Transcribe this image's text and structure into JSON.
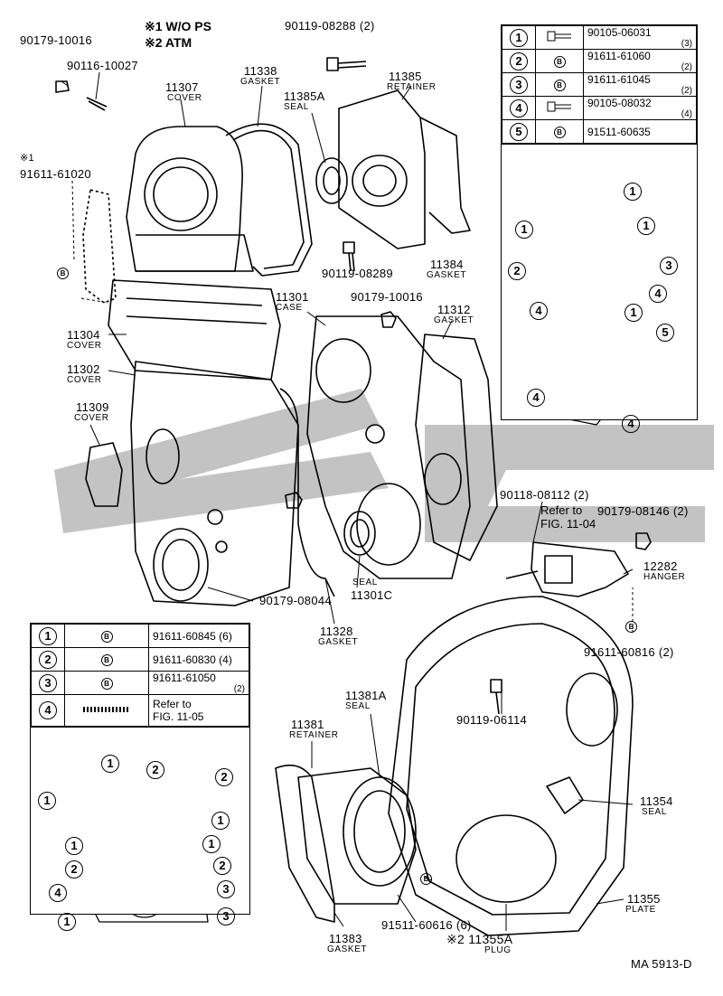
{
  "labels": {
    "p90179_10016_top": "90179-10016",
    "p90116_10027": "90116-10027",
    "note_ps": "※1 W/O PS",
    "note_atm": "※2 ATM",
    "p90119_08288": "90119-08288 (2)",
    "p11338": "11338",
    "n11338": "GASKET",
    "p11307": "11307",
    "n11307": "COVER",
    "p11385a": "11385A",
    "n11385a": "SEAL",
    "p11385": "11385",
    "n11385": "RETAINER",
    "mark1": "※1",
    "p91611_61020": "91611-61020",
    "p90119_08289": "90119-08289",
    "p11384": "11384",
    "n11384": "GASKET",
    "p11301": "11301",
    "n11301": "CASE",
    "p90179_10016_mid": "90179-10016",
    "p11312": "11312",
    "n11312": "GASKET",
    "p11304": "11304",
    "n11304": "COVER",
    "p11302": "11302",
    "n11302": "COVER",
    "p11309": "11309",
    "n11309": "COVER",
    "p90118_08112": "90118-08112 (2)",
    "refer_1104_a": "Refer to",
    "refer_1104_b": "FIG. 11-04",
    "p90179_08146": "90179-08146 (2)",
    "p12282": "12282",
    "n12282": "HANGER",
    "p90179_08044": "90179-08044",
    "p11301c": "11301C",
    "n11301c": "SEAL",
    "p91611_60816": "91611-60816 (2)",
    "p11328": "11328",
    "n11328": "GASKET",
    "p11381a": "11381A",
    "n11381a": "SEAL",
    "p11381": "11381",
    "n11381": "RETAINER",
    "p90119_06114": "90119-06114",
    "p11354": "11354",
    "n11354": "SEAL",
    "p11355": "11355",
    "n11355": "PLATE",
    "p91511_60616": "91511-60616 (6)",
    "p11355a": "※2 11355A",
    "n11355a": "PLUG",
    "p11383": "11383",
    "n11383": "GASKET",
    "code": "MA 5913-D",
    "callout_1": "1",
    "callout_2": "2",
    "callout_3": "3",
    "callout_4": "4",
    "callout_5": "5",
    "bolt_b": "B"
  },
  "table_top": [
    {
      "num": "1",
      "icon": "bolt-icon",
      "part": "90105-06031",
      "qty": "(3)"
    },
    {
      "num": "2",
      "icon": "b-bolt-icon",
      "part": "91611-61060",
      "qty": "(2)"
    },
    {
      "num": "3",
      "icon": "b-bolt-icon",
      "part": "91611-61045",
      "qty": "(2)"
    },
    {
      "num": "4",
      "icon": "bolt-icon",
      "part": "90105-08032",
      "qty": "(4)"
    },
    {
      "num": "5",
      "icon": "b-bolt-icon",
      "part": "91511-60635",
      "qty": ""
    }
  ],
  "table_bottom": [
    {
      "num": "1",
      "icon": "b-bolt-icon",
      "part": "91611-60845 (6)",
      "qty": ""
    },
    {
      "num": "2",
      "icon": "b-bolt-icon",
      "part": "91611-60830 (4)",
      "qty": ""
    },
    {
      "num": "3",
      "icon": "b-bolt-icon",
      "part": "91611-61050",
      "qty": "(2)"
    },
    {
      "num": "4",
      "icon": "stud-icon",
      "part": "Refer to",
      "qty": "FIG. 11-05"
    }
  ]
}
